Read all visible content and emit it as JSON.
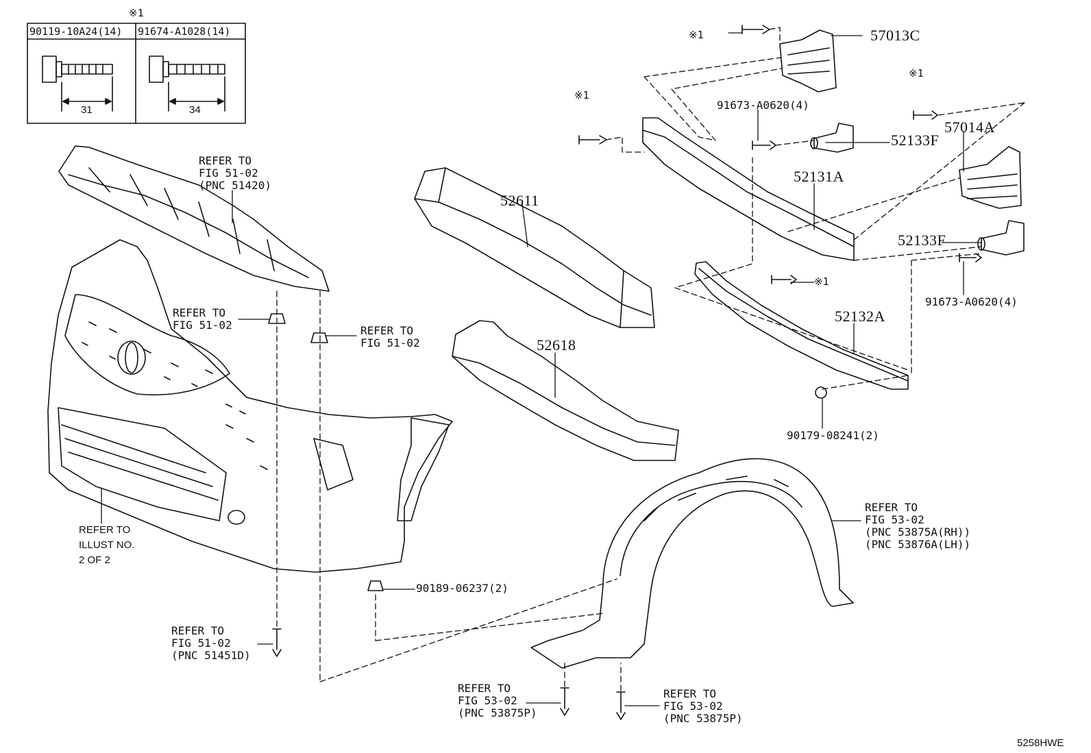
{
  "table": {
    "mark": "※1",
    "col1_pn": "90119-10A24(14)",
    "col2_pn": "91674-A1028(14)",
    "col1_len": "31",
    "col2_len": "34"
  },
  "callouts": {
    "refer_51420": "REFER TO\nFIG 51-02\n(PNC 51420)",
    "refer_51_02_a": "REFER TO\nFIG 51-02",
    "refer_51_02_b": "REFER TO\nFIG 51-02",
    "refer_illust": "REFER TO\nILLUST NO.\n2 OF 2",
    "refer_51451d": "REFER TO\nFIG 51-02\n(PNC 51451D)",
    "refer_53875p_a": "REFER TO\nFIG 53-02\n(PNC 53875P)",
    "refer_53875p_b": "REFER TO\nFIG 53-02\n(PNC 53875P)",
    "refer_liner": "REFER TO\nFIG 53-02\n(PNC 53875A(RH))\n(PNC 53876A(LH))"
  },
  "parts": {
    "p57013c": "57013C",
    "p57014a": "57014A",
    "p52133f_upper": "52133F",
    "p52133f_lower": "52133F",
    "p52131a": "52131A",
    "p52132a": "52132A",
    "p52611": "52611",
    "p52618": "52618",
    "p91673_upper": "91673-A0620(4)",
    "p91673_lower": "91673-A0620(4)",
    "p90179": "90179-08241(2)",
    "p90189": "90189-06237(2)"
  },
  "marks": {
    "m1": "※1",
    "m2": "※1",
    "m3": "※1",
    "m4": "※1"
  },
  "footer": {
    "code": "5258HWE"
  }
}
